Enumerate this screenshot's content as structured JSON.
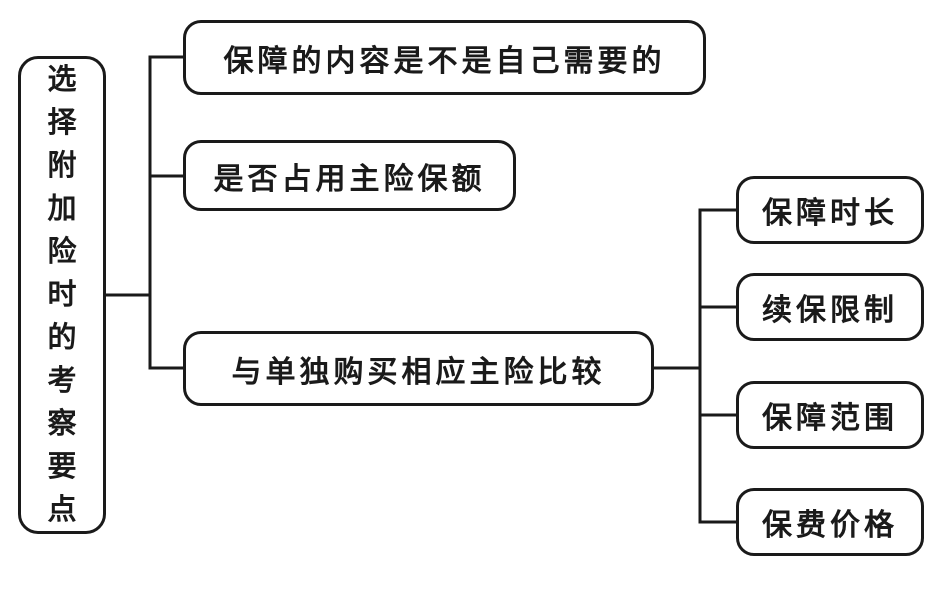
{
  "diagram": {
    "type": "tree-mindmap",
    "root": {
      "label": "选择附加险时的考察要点"
    },
    "branches": [
      {
        "label": "保障的内容是不是自己需要的",
        "children": []
      },
      {
        "label": "是否占用主险保额",
        "children": []
      },
      {
        "label": "与单独购买相应主险比较",
        "children": [
          {
            "label": "保障时长"
          },
          {
            "label": "续保限制"
          },
          {
            "label": "保障范围"
          },
          {
            "label": "保费价格"
          }
        ]
      }
    ],
    "colors": {
      "line": "#1a1a1a",
      "box_border": "#1a1a1a",
      "box_background": "#ffffff",
      "text": "#1a1a1a"
    }
  }
}
